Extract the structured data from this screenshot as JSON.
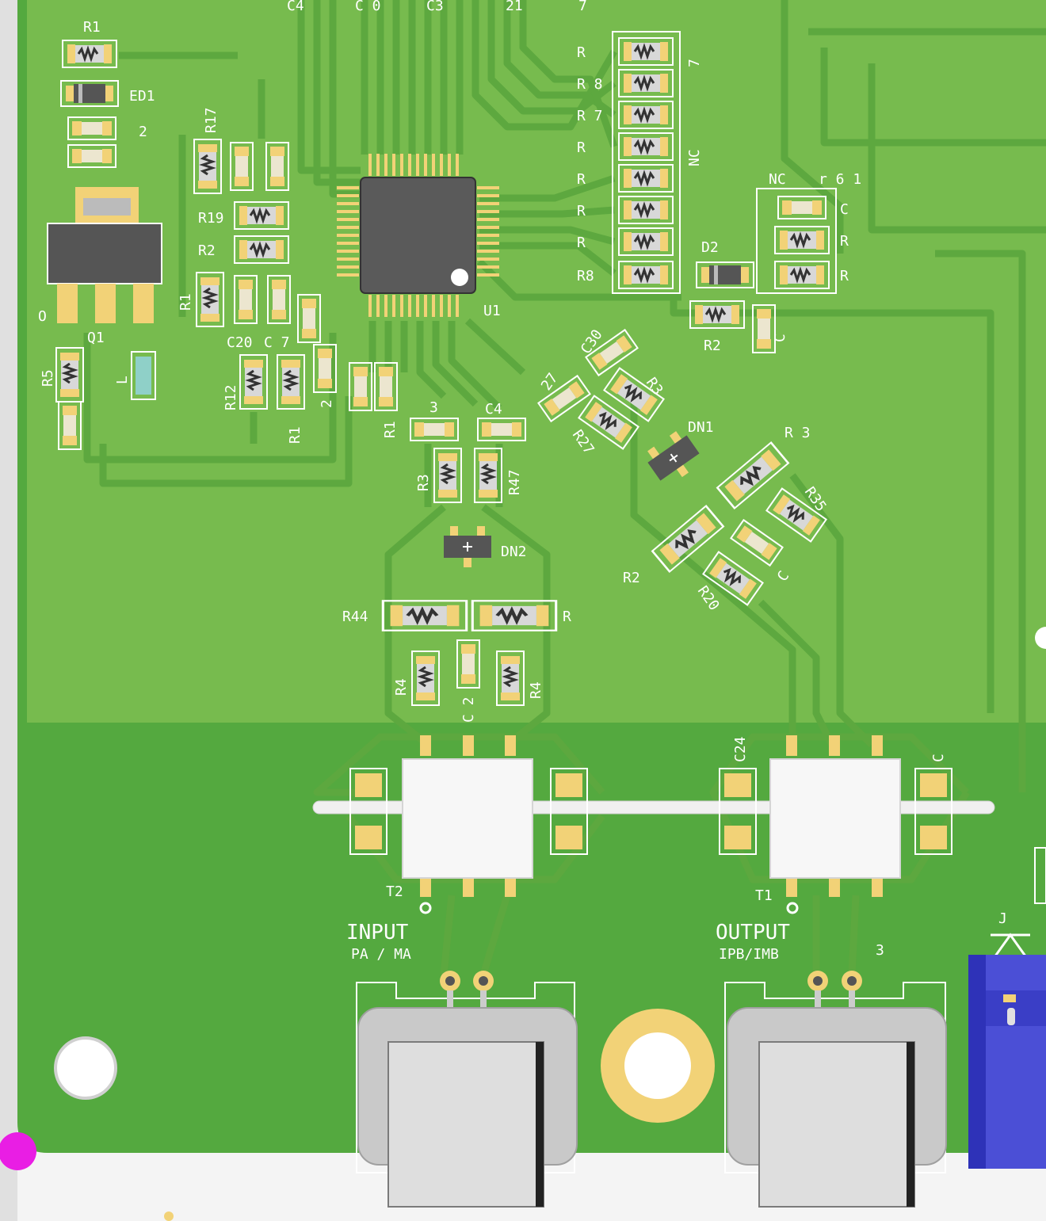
{
  "colors": {
    "background": "#f4f4f4",
    "board_upper": "#77bb4e",
    "board_lower": "#54a93f",
    "trace": "#5da83f",
    "silk": "#ffffff",
    "pad": "#f2d277",
    "ic_body": "#5a5a5a",
    "connector": "#c9c9c9",
    "header": "#4b4fd6",
    "marker": "#e91ee4"
  },
  "components": {
    "r1_top": "R1",
    "ed1": "ED1",
    "c_2": "2",
    "q1": "Q1",
    "q1_pin": "O",
    "r5": "R5",
    "l": "L",
    "r17": "R17",
    "r19": "R19",
    "r2_left": "R2",
    "r1_left": "R1",
    "c20": "C20",
    "c7": "C 7",
    "r12": "R12",
    "r1_bottom": "R1",
    "c_2b": "2",
    "r1_mid": "R1",
    "top_c4": "C4",
    "top_c0": "C 0",
    "top_c3": "C3",
    "top_21": "21",
    "top_7": "7",
    "u1": "U1",
    "rn_7": "7",
    "rn_nc": "NC",
    "r_a": "R",
    "r_b": "R 8",
    "r_c": "R 7",
    "r_d": "R",
    "r_e": "R",
    "r_f": "R",
    "r_g": "R",
    "r8": "R8",
    "nc2": "NC",
    "r61": "r 6 1",
    "c_right": "C",
    "r_right1": "R",
    "r_right2": "R",
    "d2": "D2",
    "r2_right": "R2",
    "c_small": "C",
    "c30": "C30",
    "r3": "R3",
    "c27": "27",
    "r27": "R27",
    "dn1": "DN1",
    "r_3": "R 3",
    "r35": "R35",
    "r2_mid": "R2",
    "r20": "R20",
    "c_tiny": "C",
    "c3": "3",
    "c4": "C4",
    "r3_mid": "R3",
    "r47": "R47",
    "dn2": "DN2",
    "r44": "R44",
    "r_44b": "R",
    "r4_left": "R4",
    "c2_mid": "C 2",
    "r4_right": "R4",
    "c24": "C24",
    "c_t1": "C",
    "t2": "T2",
    "t1": "T1",
    "j": "J",
    "num3": "3"
  },
  "labels": {
    "input": "INPUT",
    "input_sub": "PA / MA",
    "output": "OUTPUT",
    "output_sub": "IPB/IMB"
  }
}
